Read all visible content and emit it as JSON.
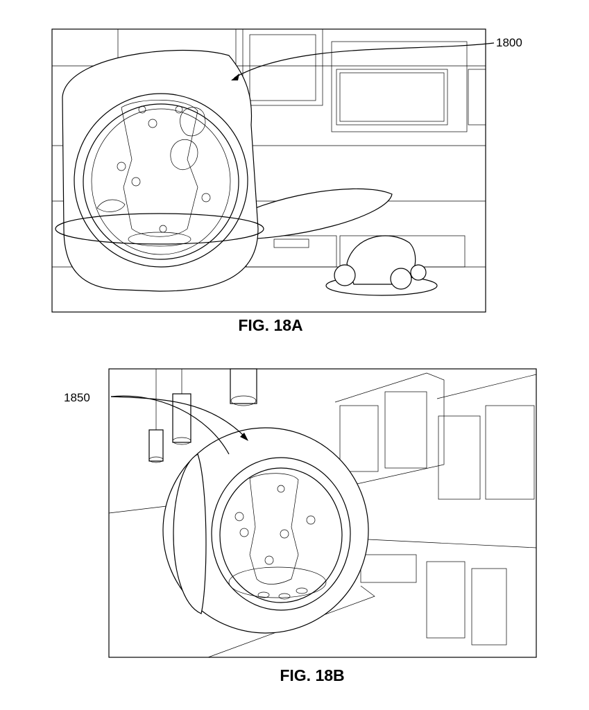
{
  "figures": [
    {
      "caption": "FIG. 18A",
      "reference": "1800"
    },
    {
      "caption": "FIG. 18B",
      "reference": "1850"
    }
  ]
}
